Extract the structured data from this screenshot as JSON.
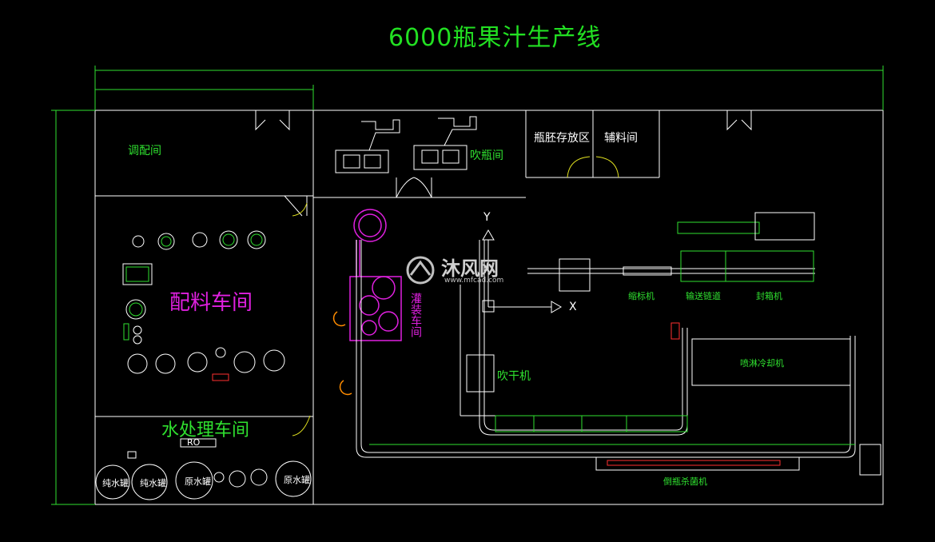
{
  "title": "6000瓶果汁生产线",
  "rooms": {
    "tiaopei": "调配间",
    "peiliao": "配料车间",
    "shuichuli": "水处理车间",
    "chuipingjian": "吹瓶间",
    "pingpi": "瓶胚存放区",
    "fuliao": "辅料间",
    "guanzhuang": "灌装车间"
  },
  "machines": {
    "chuiganji": "吹干机",
    "suobiaoji": "缩标机",
    "shusongjiaolian": "输送链道",
    "fengxiangji": "封箱机",
    "penlinlengque": "喷淋冷却机",
    "ziyou": "倒瓶杀菌机"
  },
  "water_tanks": [
    "纯水罐",
    "纯水罐",
    "原水罐",
    "原水罐"
  ],
  "ro_label": "RO",
  "axes": {
    "y": "Y",
    "x": "X"
  },
  "watermark": {
    "main": "沐风网",
    "url": "www.mfcad.com"
  },
  "colors": {
    "green": "#2fe02f",
    "white": "#ffffff",
    "magenta": "#e020e0",
    "red": "#ff3030",
    "orange": "#ff8c00"
  }
}
